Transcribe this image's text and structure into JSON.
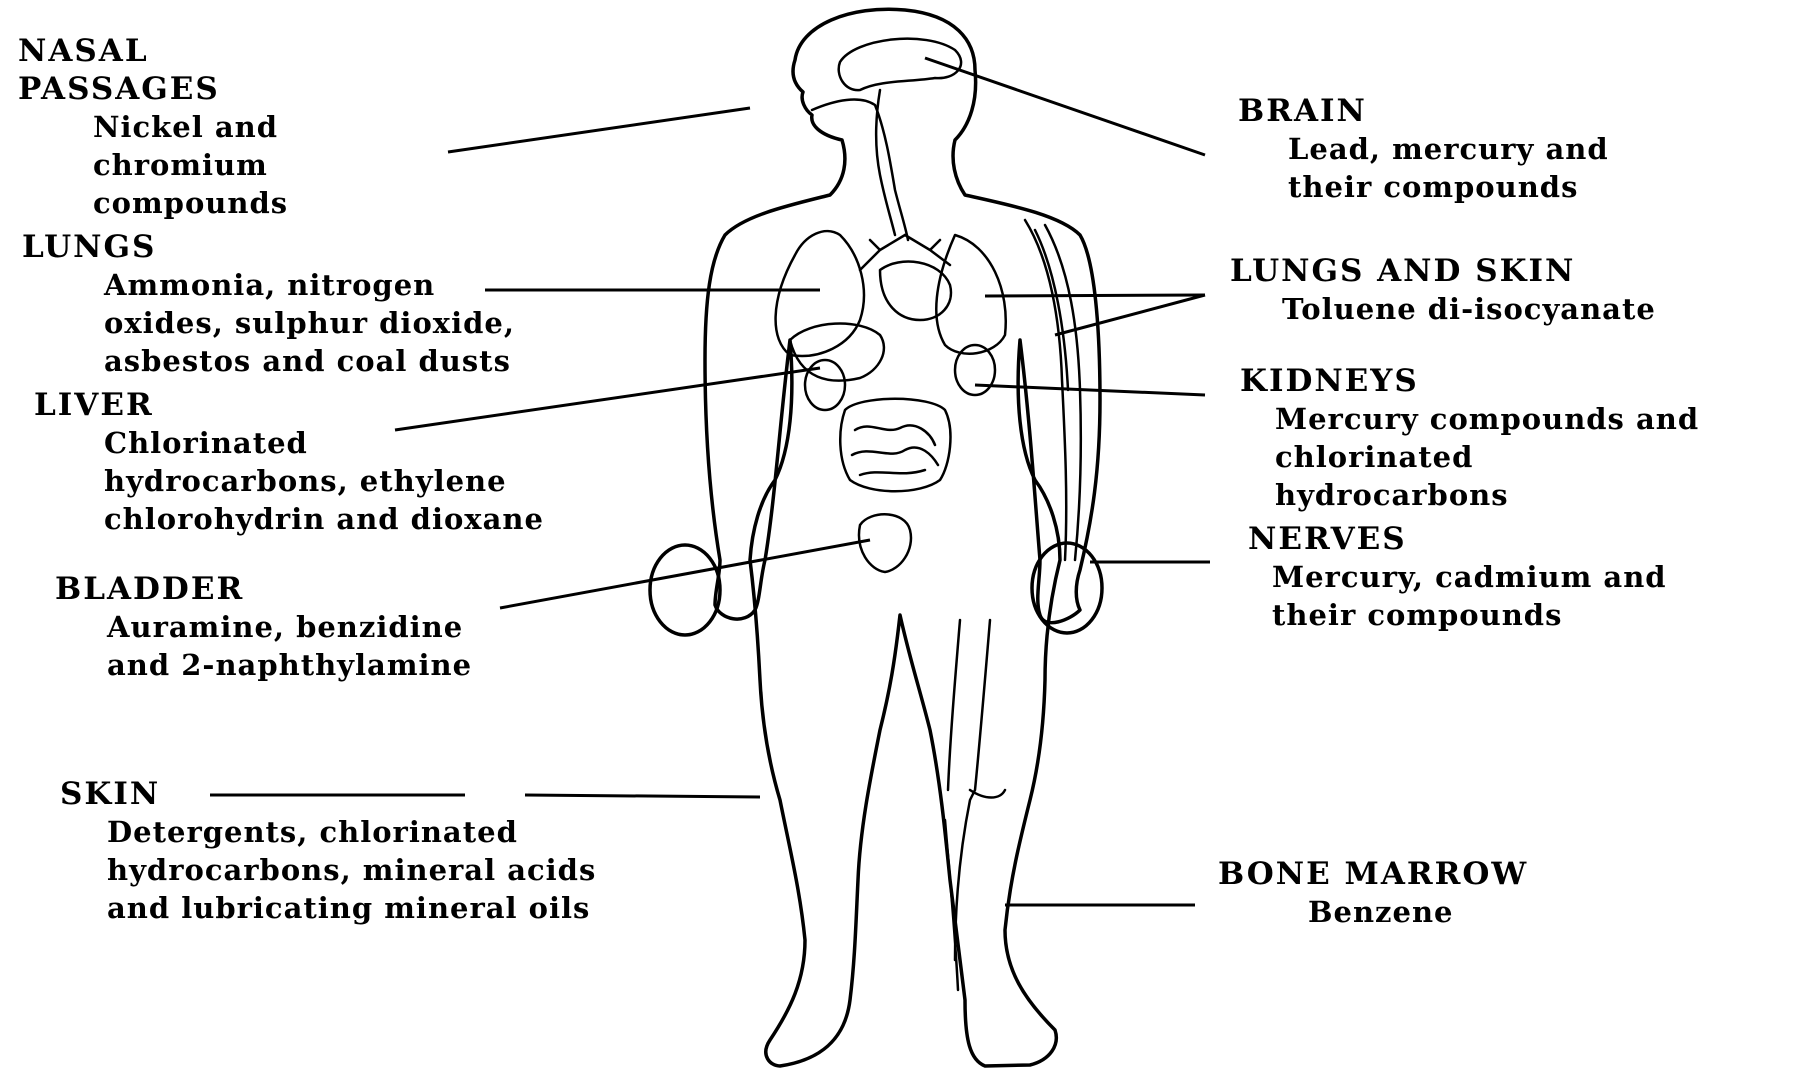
{
  "labels": {
    "nasal": {
      "heading": [
        "NASAL",
        "PASSAGES"
      ],
      "lines": [
        "Nickel and",
        "chromium",
        "compounds"
      ]
    },
    "lungs": {
      "heading": [
        "LUNGS"
      ],
      "lines": [
        "Ammonia, nitrogen",
        "oxides, sulphur dioxide,",
        "asbestos and coal dusts"
      ]
    },
    "liver": {
      "heading": [
        "LIVER"
      ],
      "lines": [
        "Chlorinated",
        "hydrocarbons, ethylene",
        "chlorohydrin and dioxane"
      ]
    },
    "bladder": {
      "heading": [
        "BLADDER"
      ],
      "lines": [
        "Auramine, benzidine",
        "and 2-naphthylamine"
      ]
    },
    "skin": {
      "heading": [
        "SKIN"
      ],
      "lines": [
        "Detergents, chlorinated",
        "hydrocarbons, mineral acids",
        "and lubricating mineral oils"
      ]
    },
    "brain": {
      "heading": [
        "BRAIN"
      ],
      "lines": [
        "Lead, mercury and",
        "their compounds"
      ]
    },
    "lungs_skin": {
      "heading": [
        "LUNGS AND SKIN"
      ],
      "lines": [
        "Toluene di-isocyanate"
      ]
    },
    "kidneys": {
      "heading": [
        "KIDNEYS"
      ],
      "lines": [
        "Mercury compounds and",
        "chlorinated",
        "hydrocarbons"
      ]
    },
    "nerves": {
      "heading": [
        "NERVES"
      ],
      "lines": [
        "Mercury, cadmium and",
        "their compounds"
      ]
    },
    "bone_marrow": {
      "heading": [
        "BONE MARROW"
      ],
      "lines": [
        "Benzene"
      ]
    }
  },
  "colors": {
    "ink": "#000000",
    "background": "#ffffff"
  }
}
